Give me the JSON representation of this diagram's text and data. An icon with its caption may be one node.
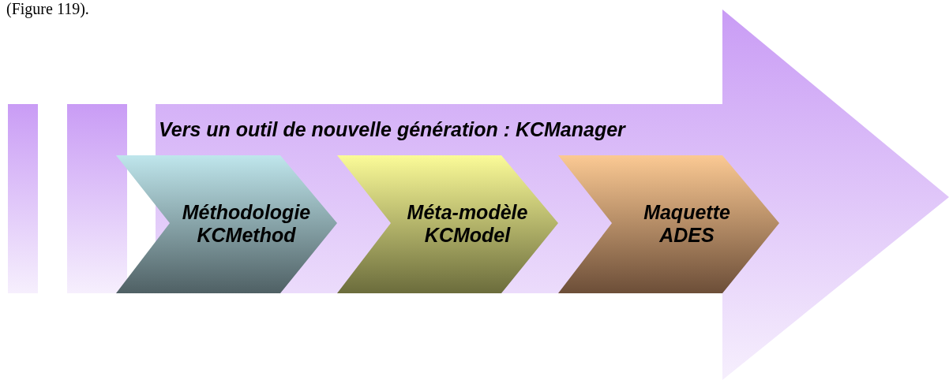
{
  "diagram": {
    "nodes": [
      {
        "text": [],
        "shape": "bar"
      },
      {
        "text": [],
        "shape": "bar"
      },
      {
        "text": [
          "Vers un outil de nouvelle génération : KCManager"
        ]
      },
      {
        "text": [
          "Méthodologie KCMethod"
        ]
      },
      {
        "text": [
          "Méta-modèle KCModel"
        ],
        "in": 2
      },
      {
        "text": [
          "Maquette ADES"
        ],
        "in": 2
      }
    ],
    "labels": [
      "(Figure 119)."
    ]
  }
}
